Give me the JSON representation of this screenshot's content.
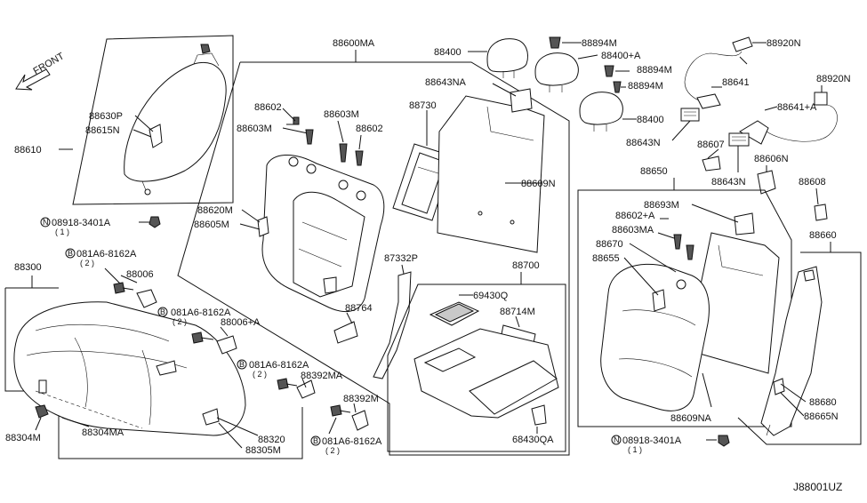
{
  "diagram_code": "J88001UZ",
  "front_label": "FRONT",
  "labels": {
    "p88610": "88610",
    "p88630P": "88630P",
    "p88615N": "88615N",
    "p08918_a": "08918-3401A",
    "p08918_a_qty": "( 1 )",
    "p88300": "88300",
    "p081A6_a": "081A6-8162A",
    "p081A6_a_qty": "( 2 )",
    "p88006": "88006",
    "p081A6_b": "081A6-8162A",
    "p081A6_b_qty": "( 2 )",
    "p88006A": "88006+A",
    "p081A6_c": "081A6-8162A",
    "p081A6_c_qty": "( 2 )",
    "p88392MA": "88392MA",
    "p88392M": "88392M",
    "p081A6_d": "081A6-8162A",
    "p081A6_d_qty": "( 2 )",
    "p88304M": "88304M",
    "p88304MA": "88304MA",
    "p88320": "88320",
    "p88305M": "88305M",
    "p88600MA": "88600MA",
    "p88602_a": "88602",
    "p88603M_a": "88603M",
    "p88603M_b": "88603M",
    "p88602_b": "88602",
    "p88620M": "88620M",
    "p88605M": "88605M",
    "p88764": "88764",
    "p87332P": "87332P",
    "p88400_a": "88400",
    "p88643NA": "88643NA",
    "p88730": "88730",
    "p88609N": "88609N",
    "p88700": "88700",
    "p69430Q": "69430Q",
    "p88714M": "88714M",
    "p68430QA": "68430QA",
    "p88894M_a": "88894M",
    "p88400A": "88400+A",
    "p88894M_b": "88894M",
    "p88894M_c": "88894M",
    "p88400_b": "88400",
    "p88643N_a": "88643N",
    "p88920N_a": "88920N",
    "p88641": "88641",
    "p88920N_b": "88920N",
    "p88641A": "88641+A",
    "p88607": "88607",
    "p88606N": "88606N",
    "p88643N_b": "88643N",
    "p88608": "88608",
    "p88650": "88650",
    "p88693M": "88693M",
    "p88602A": "88602+A",
    "p88603MA": "88603MA",
    "p88670": "88670",
    "p88655": "88655",
    "p88609NA": "88609NA",
    "p08918_b": "08918-3401A",
    "p08918_b_qty": "( 1 )",
    "p88660": "88660",
    "p88680": "88680",
    "p88665N": "88665N"
  },
  "markers": {
    "n": "N",
    "b": "B"
  }
}
